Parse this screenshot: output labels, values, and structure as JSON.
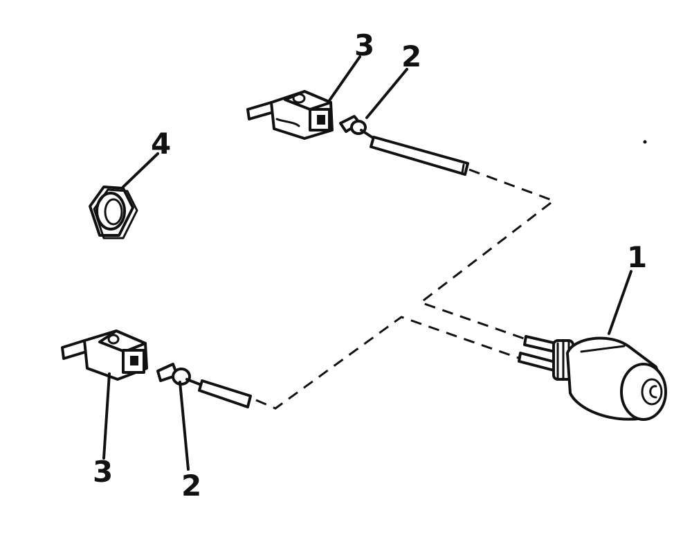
{
  "callouts": {
    "switch_label": "1",
    "upper_terminal_label": "2",
    "lower_terminal_label": "2",
    "upper_connector_label": "3",
    "lower_connector_label": "3",
    "nut_label": "4"
  },
  "parts": [
    {
      "callout": "1",
      "icon": "rotary-switch-icon"
    },
    {
      "callout": "2",
      "icon": "wire-terminal-icon"
    },
    {
      "callout": "3",
      "icon": "connector-housing-icon"
    },
    {
      "callout": "4",
      "icon": "hex-nut-icon"
    }
  ],
  "colors": {
    "ink": "#111111",
    "background": "#ffffff"
  }
}
